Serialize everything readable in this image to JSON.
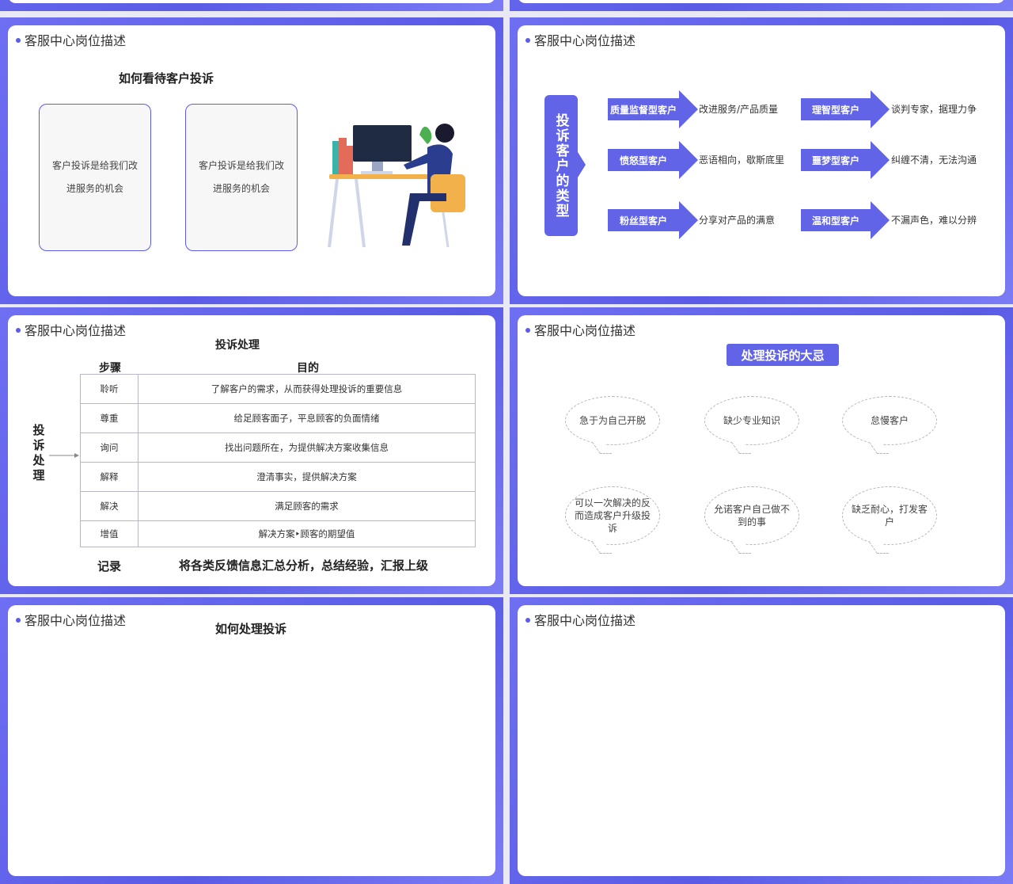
{
  "slide_title": "客服中心岗位描述",
  "slide1": {
    "heading": "如何看待客户投诉",
    "cards": [
      "客户投诉是给我们改进服务的机会",
      "客户投诉是给我们改进服务的机会"
    ]
  },
  "slide2": {
    "vertical_label": "投诉客户的类型",
    "left_types": [
      {
        "name": "质量监督型客户",
        "desc": "改进服务/产品质量"
      },
      {
        "name": "愤怒型客户",
        "desc": "恶语相向，歇斯底里"
      },
      {
        "name": "粉丝型客户",
        "desc": "分享对产品的满意"
      }
    ],
    "right_types": [
      {
        "name": "理智型客户",
        "desc": "谈判专家，据理力争"
      },
      {
        "name": "噩梦型客户",
        "desc": "纠缠不清，无法沟通"
      },
      {
        "name": "温和型客户",
        "desc": "不漏声色，难以分辨"
      }
    ]
  },
  "slide3": {
    "heading": "投诉处理",
    "col_step": "步骤",
    "col_purpose": "目的",
    "vertical_label": "投诉处理",
    "rows": [
      {
        "step": "聆听",
        "purpose": "了解客户的需求，从而获得处理投诉的重要信息"
      },
      {
        "step": "尊重",
        "purpose": "给足顾客面子，平息顾客的负面情绪"
      },
      {
        "step": "询问",
        "purpose": "找出问题所在，为提供解决方案收集信息"
      },
      {
        "step": "解释",
        "purpose": "澄清事实，提供解决方案"
      },
      {
        "step": "解决",
        "purpose": "满足顾客的需求"
      },
      {
        "step": "增值",
        "purpose": "解决方案‣顾客的期望值"
      }
    ],
    "record_label": "记录",
    "record_text": "将各类反馈信息汇总分析，总结经验，汇报上级"
  },
  "slide4": {
    "badge": "处理投诉的大忌",
    "bubbles": [
      "急于为自己开脱",
      "缺少专业知识",
      "怠慢客户",
      "可以一次解决的反而造成客户升级投诉",
      "允诺客户自己做不到的事",
      "缺乏耐心，打发客户"
    ]
  },
  "slide5": {
    "heading": "如何处理投诉"
  },
  "colors": {
    "accent": "#6264e8",
    "frame": "#5a5ce6"
  }
}
